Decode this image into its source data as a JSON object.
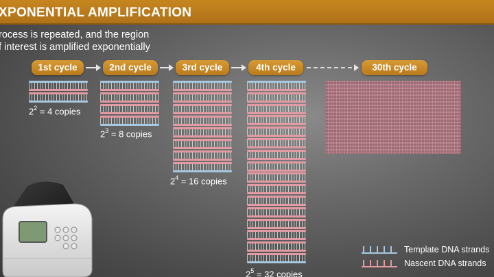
{
  "header": {
    "title": "XPONENTIAL AMPLIFICATION"
  },
  "subtitle": {
    "line1": "rocess is repeated, and the region",
    "line2": "f interest is amplified exponentially"
  },
  "cycles": [
    {
      "label": "1st cycle",
      "exp": "2",
      "copies": "= 4 copies"
    },
    {
      "label": "2nd cycle",
      "exp": "3",
      "copies": "= 8 copies"
    },
    {
      "label": "3rd cycle",
      "exp": "4",
      "copies": "= 16 copies"
    },
    {
      "label": "4th cycle",
      "exp": "5",
      "copies": "= 32 copies"
    },
    {
      "label": "30th cycle"
    }
  ],
  "legend": {
    "template": "Template DNA strands",
    "nascent": "Nascent DNA strands"
  },
  "colors": {
    "accent": "#c5851e",
    "template_strand": "#a6c8e0",
    "nascent_strand": "#e39aa2"
  }
}
